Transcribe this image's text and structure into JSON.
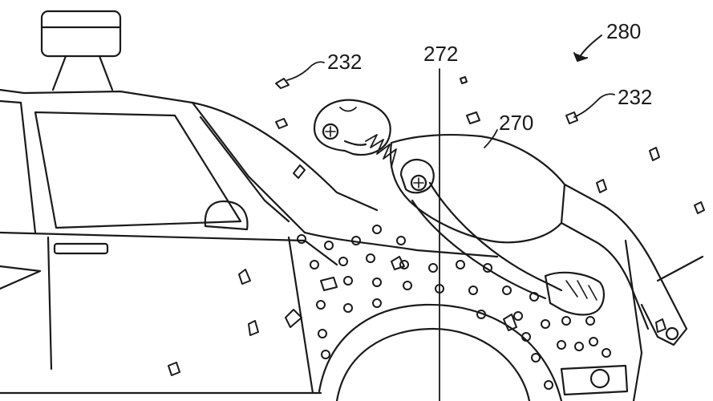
{
  "figure": {
    "reference_numerals": {
      "fig_ref": "280",
      "particles_left": "232",
      "particles_right": "232",
      "sensor_line": "272",
      "pedestrian": "270"
    },
    "colors": {
      "ink": "#1a1a1a",
      "paper": "#ffffff"
    },
    "icons": {
      "lead_arrow": "arrow-icon"
    }
  }
}
